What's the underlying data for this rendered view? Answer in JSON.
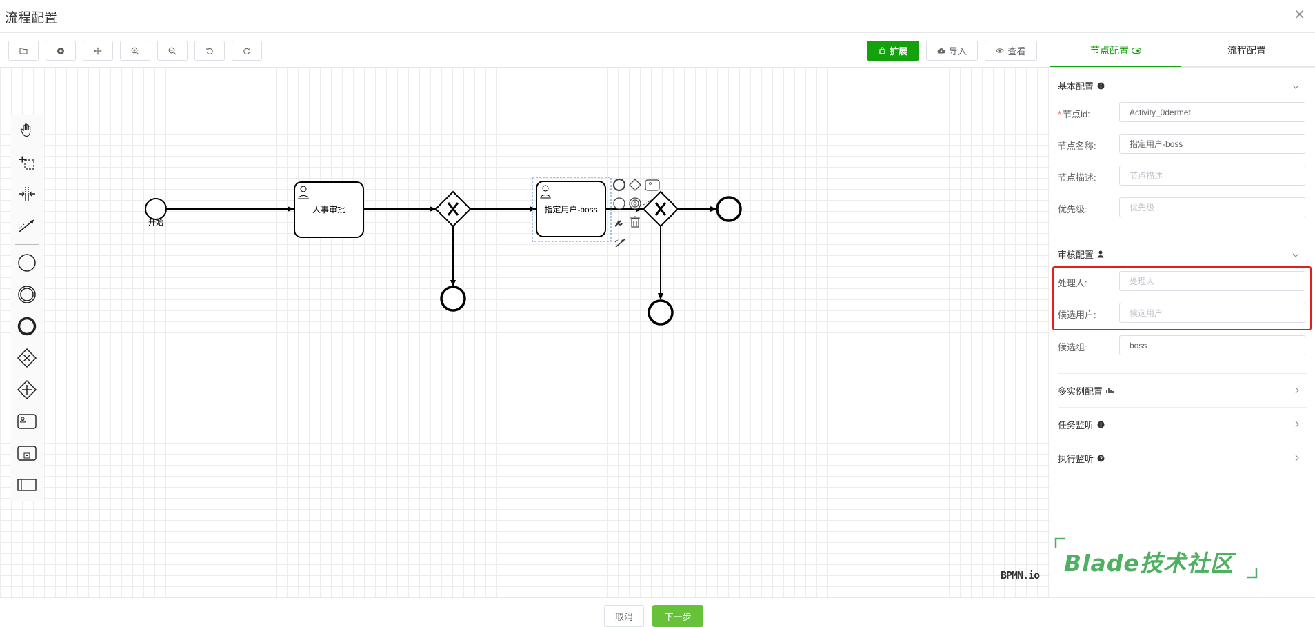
{
  "dialog": {
    "title": "流程配置",
    "close_icon": "close-icon"
  },
  "toolbar": {
    "left_icons": [
      "folder-open-icon",
      "plus-circle-icon",
      "move-icon",
      "zoom-in-icon",
      "zoom-out-icon",
      "undo-icon",
      "redo-icon"
    ],
    "extend_label": "扩展",
    "import_label": "导入",
    "view_label": "查看"
  },
  "palette": {
    "tools": [
      "hand-tool-icon",
      "lasso-tool-icon",
      "space-tool-icon",
      "connect-tool-icon",
      "start-event-icon",
      "intermediate-event-icon",
      "end-event-icon",
      "exclusive-gateway-icon",
      "parallel-gateway-icon",
      "user-task-icon",
      "subprocess-icon",
      "pool-icon"
    ]
  },
  "diagram": {
    "start_label": "开始",
    "task1_label": "人事审批",
    "task2_label": "指定用户-boss",
    "watermark": "BPMN.io"
  },
  "panel": {
    "tabs": [
      {
        "label": "节点配置",
        "active": true
      },
      {
        "label": "流程配置",
        "active": false
      }
    ],
    "basic": {
      "title": "基本配置",
      "node_id_label": "节点id:",
      "node_id_value": "Activity_0dermet",
      "node_name_label": "节点名称:",
      "node_name_value": "指定用户-boss",
      "node_desc_label": "节点描述:",
      "node_desc_placeholder": "节点描述",
      "priority_label": "优先级:",
      "priority_placeholder": "优先级"
    },
    "audit": {
      "title": "审核配置",
      "handler_label": "处理人:",
      "handler_placeholder": "处理人",
      "candidate_user_label": "候选用户:",
      "candidate_user_placeholder": "候选用户",
      "candidate_group_label": "候选组:",
      "candidate_group_value": "boss"
    },
    "collapsed": [
      {
        "label": "多实例配置",
        "icon": "bar-chart-icon"
      },
      {
        "label": "任务监听",
        "icon": "info-icon"
      },
      {
        "label": "执行监听",
        "icon": "help-icon"
      }
    ]
  },
  "brand": {
    "text": "Blade技术社区"
  },
  "footer": {
    "cancel_label": "取消",
    "next_label": "下一步"
  },
  "colors": {
    "accent": "#13a10e",
    "next_button": "#67c23a",
    "highlight": "#e02020",
    "brand": "#4fb062"
  }
}
